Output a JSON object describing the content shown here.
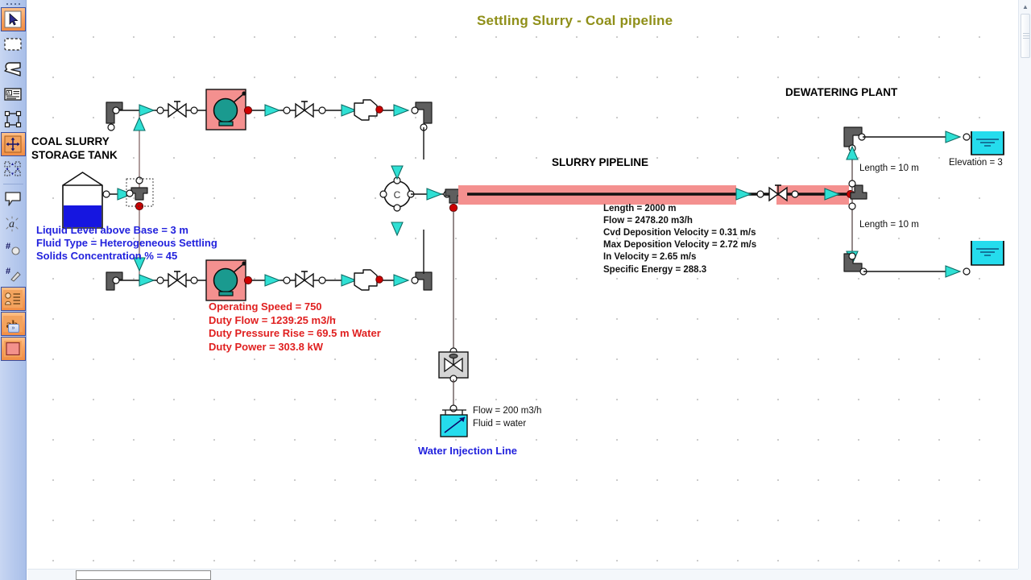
{
  "window": {
    "title": "Settling Slurry - Coal pipeline"
  },
  "toolbar": {
    "items": [
      {
        "name": "select-pointer-tool",
        "label": "Select",
        "selected": true
      },
      {
        "name": "marquee-select-tool",
        "label": "Marquee Select",
        "selected": false
      },
      {
        "name": "lasso-select-tool",
        "label": "Lasso Select",
        "selected": false
      },
      {
        "name": "text-block-tool",
        "label": "Text Block",
        "selected": false
      },
      {
        "name": "resize-handles-tool",
        "label": "Resize",
        "selected": false
      },
      {
        "name": "move-tool",
        "label": "Move",
        "selected": true
      },
      {
        "name": "distribute-tool",
        "label": "Distribute",
        "selected": false
      },
      {
        "name": "callout-tool",
        "label": "Callout",
        "selected": false
      },
      {
        "name": "text-effects-tool",
        "label": "Text Effects",
        "selected": false
      },
      {
        "name": "node-tool",
        "label": "Node",
        "selected": false
      },
      {
        "name": "connector-edit-tool",
        "label": "Connector Edit",
        "selected": false
      },
      {
        "name": "annotation-list-tool",
        "label": "Annotation List",
        "selected": true
      },
      {
        "name": "label-ab-tool",
        "label": "ab",
        "selected": true
      },
      {
        "name": "fill-colour-tool",
        "label": "Fill Colour",
        "selected": true
      }
    ],
    "expand_label": "»"
  },
  "diagram": {
    "title": "Settling Slurry - Coal pipeline",
    "labels": {
      "storage_tank_line1": "COAL SLURRY",
      "storage_tank_line2": "STORAGE TANK",
      "slurry_pipeline": "SLURRY PIPELINE",
      "dewatering_plant": "DEWATERING PLANT",
      "water_injection_line": "Water Injection Line",
      "junction_letter": "C"
    },
    "tank_annotations": [
      "Liquid Level above Base = 3 m",
      "Fluid Type = Heterogeneous Settling",
      "Solids Concentration % = 45"
    ],
    "pump_annotations": [
      "Operating Speed = 750",
      "Duty Flow = 1239.25 m3/h",
      "Duty Pressure Rise = 69.5 m Water",
      "Duty Power = 303.8 kW"
    ],
    "pipeline_annotations": [
      "Length = 2000 m",
      "Flow = 2478.20 m3/h",
      "Cvd Deposition Velocity = 0.31 m/s",
      "Max Deposition Velocity = 2.72 m/s",
      "In Velocity = 2.65 m/s",
      "Specific Energy = 288.3"
    ],
    "injection_annotations": [
      "Flow = 200 m3/h",
      "Fluid = water"
    ],
    "dewatering_annotations": {
      "upper_length": "Length = 10 m",
      "lower_length": "Length = 10 m",
      "elevation": "Elevation = 3"
    },
    "colors": {
      "title": "#8f8f18",
      "tank_text": "#2222dd",
      "pump_text": "#e02020",
      "pump_body": "#1a9a8f",
      "pump_highlight_box": "#f4908f",
      "pipeline_highlight": "#f4908f",
      "arrow_fill": "#2fe0d4",
      "node_red": "#cc0000",
      "tank_liquid": "#1616e0",
      "water_tank_fill": "#25dced"
    }
  }
}
